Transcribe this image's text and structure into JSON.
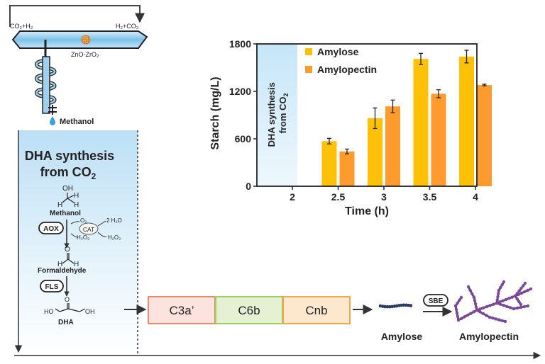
{
  "reactor": {
    "left_label": "CO₂+H₂",
    "right_label": "H₂+CO₂",
    "catalyst_label": "ZnO-ZrO₂",
    "product_label": "Methanol"
  },
  "dha_panel": {
    "title_line1": "DHA synthesis",
    "title_line2_prefix": "from CO",
    "title_line2_sub": "2",
    "methanol_label": "Methanol",
    "oh": "OH",
    "h": "H",
    "aox": "AOX",
    "cat": "CAT",
    "o2": "O₂",
    "h2o": "2 H₂O",
    "h2o2_left": "H₂O₂",
    "h2o2_right": "H₂O₂",
    "o_atom": "O",
    "formaldehyde_label": "Formaldehyde",
    "fls": "FLS",
    "ho_left": "HO",
    "oh_right": "OH",
    "dha_label": "DHA"
  },
  "modules": {
    "m1": "C3a’",
    "m2": "C6b",
    "m3": "Cnb",
    "amylose": "Amylose",
    "sbe": "SBE",
    "amylopectin": "Amylopectin"
  },
  "chart_inset": {
    "line1": "DHA synthesis",
    "line2_prefix": "from CO",
    "line2_sub": "2"
  },
  "chart_data": {
    "type": "bar",
    "categories": [
      "2",
      "2.5",
      "3",
      "3.5",
      "4"
    ],
    "series": [
      {
        "name": "Amylose",
        "values": [
          0,
          570,
          860,
          1610,
          1640
        ],
        "errors": [
          0,
          35,
          130,
          70,
          80
        ],
        "color": "#FFC107"
      },
      {
        "name": "Amylopectin",
        "values": [
          0,
          440,
          1010,
          1170,
          1280
        ],
        "errors": [
          0,
          30,
          80,
          50,
          10
        ],
        "color": "#FF9A2E"
      }
    ],
    "xlabel": "Time (h)",
    "ylabel": "Starch (mg/L)",
    "ylim": [
      0,
      1800
    ],
    "yticks": [
      0,
      600,
      1200,
      1800
    ],
    "legend_position": "top-left"
  }
}
